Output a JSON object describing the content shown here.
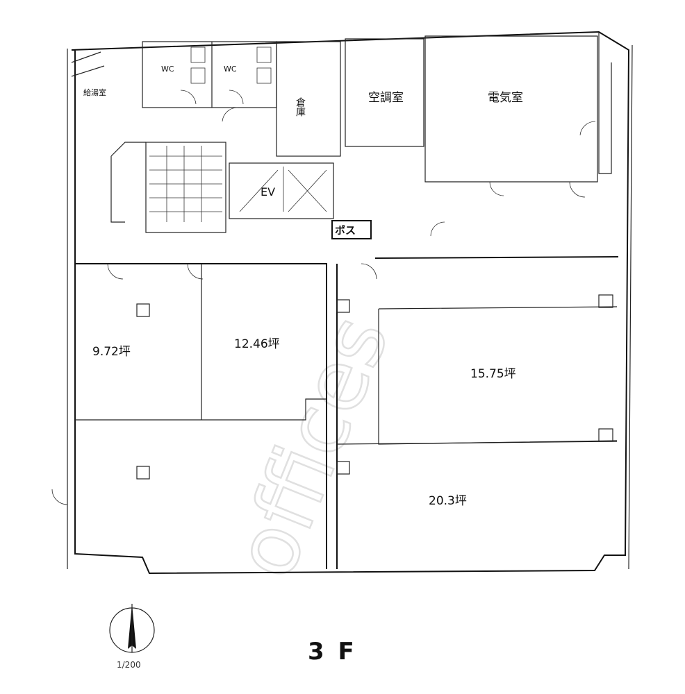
{
  "rooms": {
    "kitchenette": "給湯室",
    "wc_left": "WC",
    "wc_right": "WC",
    "storage": "倉庫",
    "hvac_room": "空調室",
    "electrical_room": "電気室",
    "elevator": "EV",
    "pipe_space": "ポス"
  },
  "units": {
    "unit_a": "9.72坪",
    "unit_b": "12.46坪",
    "unit_c": "15.75坪",
    "unit_d": "20.3坪"
  },
  "floor": "3 F",
  "scale": "1/200",
  "watermark": "offices"
}
